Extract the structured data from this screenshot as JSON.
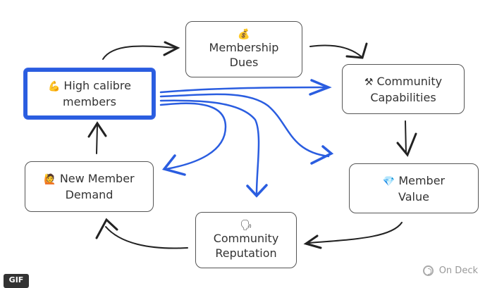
{
  "diagram": {
    "nodes": [
      {
        "id": "high",
        "emoji": "💪",
        "icon": "flexed-biceps-icon",
        "line1": "High calibre",
        "line2": "members",
        "highlighted": true
      },
      {
        "id": "dues",
        "emoji": "💰",
        "icon": "money-bag-icon",
        "line1": "Membership",
        "line2": "Dues"
      },
      {
        "id": "cap",
        "emoji": "⚒",
        "icon": "hammer-pick-icon",
        "line1": "Community",
        "line2": "Capabilities"
      },
      {
        "id": "value",
        "emoji": "💎",
        "icon": "gem-icon",
        "line1": "Member",
        "line2": "Value"
      },
      {
        "id": "rep",
        "emoji": "🗣",
        "icon": "speaking-head-icon",
        "line1": "Community",
        "line2": "Reputation"
      },
      {
        "id": "demand",
        "emoji": "🙋",
        "icon": "raising-hand-icon",
        "line1": "New Member",
        "line2": "Demand"
      }
    ],
    "edges": [
      {
        "from": "high",
        "to": "dues",
        "style": "black"
      },
      {
        "from": "dues",
        "to": "cap",
        "style": "black"
      },
      {
        "from": "cap",
        "to": "value",
        "style": "black"
      },
      {
        "from": "value",
        "to": "rep",
        "style": "black"
      },
      {
        "from": "rep",
        "to": "demand",
        "style": "black"
      },
      {
        "from": "demand",
        "to": "high",
        "style": "black"
      },
      {
        "from": "high",
        "to": "cap",
        "style": "blue"
      },
      {
        "from": "high",
        "to": "value",
        "style": "blue"
      },
      {
        "from": "high",
        "to": "rep",
        "style": "blue"
      },
      {
        "from": "high",
        "to": "demand",
        "style": "blue"
      }
    ],
    "colors": {
      "highlight": "#2a5de0",
      "arrow": "#222222",
      "border": "#555555"
    }
  },
  "branding": {
    "label": "On Deck"
  },
  "badge": {
    "label": "GIF"
  }
}
